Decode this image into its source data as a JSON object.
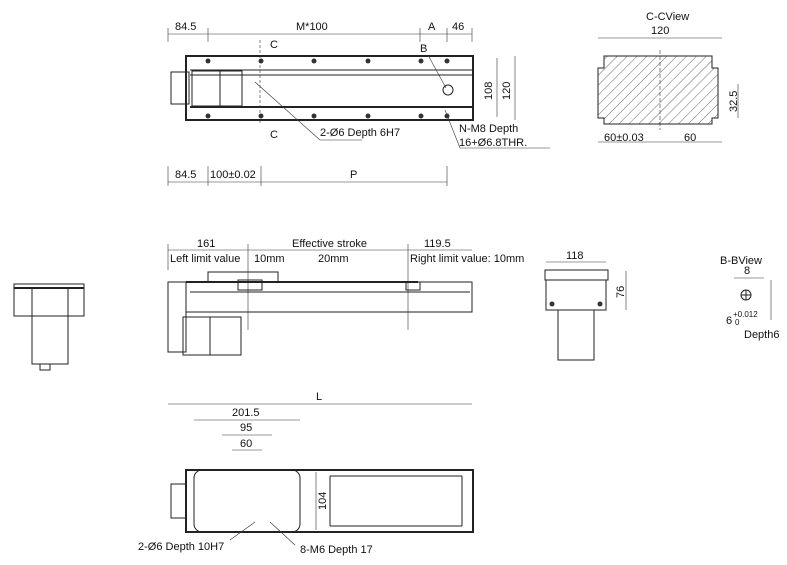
{
  "top_view": {
    "dim_left": "84.5",
    "dim_pitch": "M*100",
    "dim_a": "A",
    "dim_right": "46",
    "section_c_top": "C",
    "section_c_bottom": "C",
    "label_b": "B",
    "dim_108": "108",
    "dim_120": "120",
    "note_pins": "2-Ø6 Depth 6H7",
    "note_holes_1": "N-M8 Depth",
    "note_holes_2": "16+Ø6.8THR.",
    "dim_84_5": "84.5",
    "dim_100": "100±0.02",
    "dim_p": "P"
  },
  "cc_view": {
    "title": "C-CView",
    "dim_width": "120",
    "dim_height": "32.5",
    "dim_left": "60±0.03",
    "dim_right": "60"
  },
  "side_view": {
    "dim_left": "161",
    "label_stroke": "Effective stroke",
    "dim_right": "119.5",
    "left_limit": "Left limit value",
    "left_limit_mm": "10mm",
    "stroke_mm": "20mm",
    "right_limit": "Right limit value: 10mm"
  },
  "end_view": {
    "dim_width": "118",
    "dim_height": "76"
  },
  "bb_view": {
    "title": "B-BView",
    "dim_width": "8",
    "dim_dia": "6",
    "tol_upper": "+0.012",
    "tol_lower": "0",
    "depth": "Depth6"
  },
  "bottom_view": {
    "dim_l": "L",
    "dim_201_5": "201.5",
    "dim_95": "95",
    "dim_60": "60",
    "dim_104": "104",
    "note_pins": "2-Ø6 Depth 10H7",
    "note_taps": "8-M6 Depth 17"
  }
}
